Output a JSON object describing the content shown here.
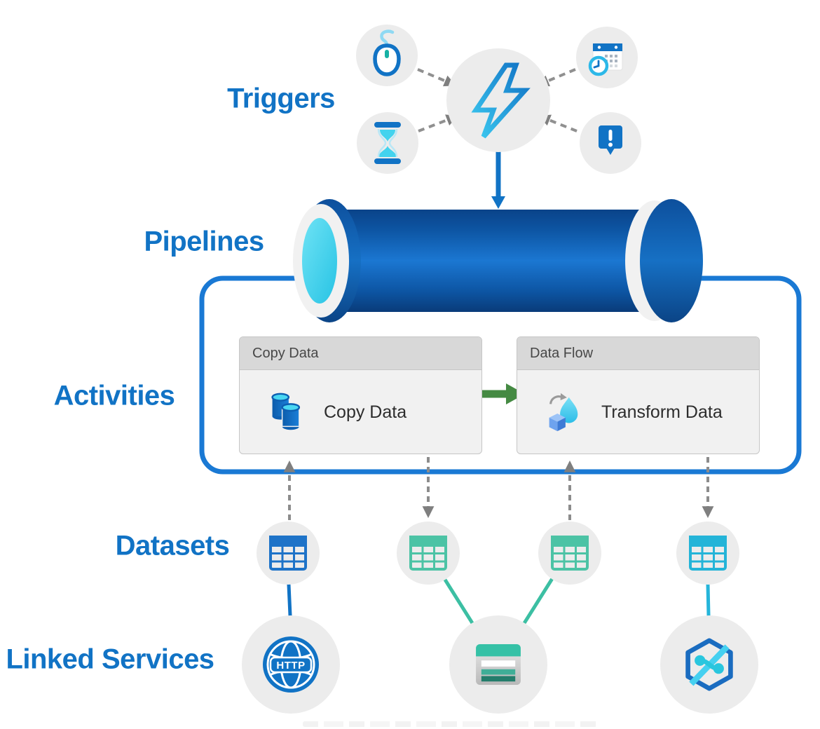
{
  "labels": {
    "triggers": "Triggers",
    "pipelines": "Pipelines",
    "activities": "Activities",
    "datasets": "Datasets",
    "linked_services": "Linked Services"
  },
  "triggers": {
    "hub_icon": "lightning-bolt-icon",
    "icons": [
      "mouse-icon",
      "hourglass-icon",
      "calendar-clock-icon",
      "alert-message-icon"
    ]
  },
  "pipeline": {
    "icon": "pipe-graphic"
  },
  "activities": {
    "cards": [
      {
        "header": "Copy Data",
        "title": "Copy Data",
        "icon": "copy-data-cylinders-icon"
      },
      {
        "header": "Data Flow",
        "title": "Transform Data",
        "icon": "transform-data-icon"
      }
    ]
  },
  "datasets": {
    "items": [
      {
        "icon": "table-icon",
        "color": "#1e73c8"
      },
      {
        "icon": "table-icon",
        "color": "#4cc3a5"
      },
      {
        "icon": "table-icon",
        "color": "#4cc3a5"
      },
      {
        "icon": "table-icon",
        "color": "#24b4d8"
      }
    ]
  },
  "linked_services": {
    "items": [
      {
        "icon": "globe-http-icon",
        "label": "HTTP"
      },
      {
        "icon": "table-storage-icon"
      },
      {
        "icon": "synapse-hexagon-icon"
      }
    ]
  },
  "colors": {
    "label_blue": "#1173c5",
    "pipe_blue": "#1b77d2",
    "pipe_dark": "#0a4389",
    "opening_cyan": "#3ecfec",
    "green_arrow": "#458a43",
    "teal": "#3fbfa5",
    "cyan": "#25b5da",
    "circle_gray": "#ececec",
    "connector_gray": "#8c8c8c",
    "card_header_gray": "#d8d8d8",
    "card_body_gray": "#f1f1f1"
  }
}
